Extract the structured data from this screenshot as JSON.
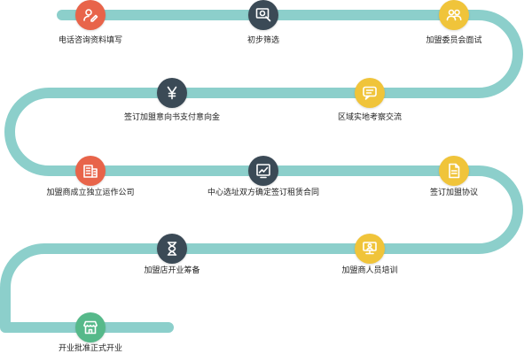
{
  "colors": {
    "track": "#8ccfcb",
    "red": "#e8644a",
    "navy": "#3b4a56",
    "yellow": "#f0c43a",
    "green": "#56b98a"
  },
  "steps": [
    {
      "label": "电话咨询资料填写",
      "icon": "user-edit-icon",
      "color": "red"
    },
    {
      "label": "初步筛选",
      "icon": "screen-search-icon",
      "color": "navy"
    },
    {
      "label": "加盟委员会面试",
      "icon": "group-interview-icon",
      "color": "yellow"
    },
    {
      "label": "区域实地考察交流",
      "icon": "chat-bubble-icon",
      "color": "yellow"
    },
    {
      "label": "签订加盟意向书支付意向金",
      "icon": "yen-icon",
      "color": "navy"
    },
    {
      "label": "加盟商成立独立运作公司",
      "icon": "building-icon",
      "color": "red"
    },
    {
      "label": "中心选址双方确定签订租赁合同",
      "icon": "chart-board-icon",
      "color": "navy"
    },
    {
      "label": "签订加盟协议",
      "icon": "document-icon",
      "color": "yellow"
    },
    {
      "label": "加盟商人员培训",
      "icon": "training-icon",
      "color": "yellow"
    },
    {
      "label": "加盟店开业筹备",
      "icon": "hourglass-icon",
      "color": "navy"
    },
    {
      "label": "开业批准正式开业",
      "icon": "storefront-icon",
      "color": "green"
    }
  ]
}
